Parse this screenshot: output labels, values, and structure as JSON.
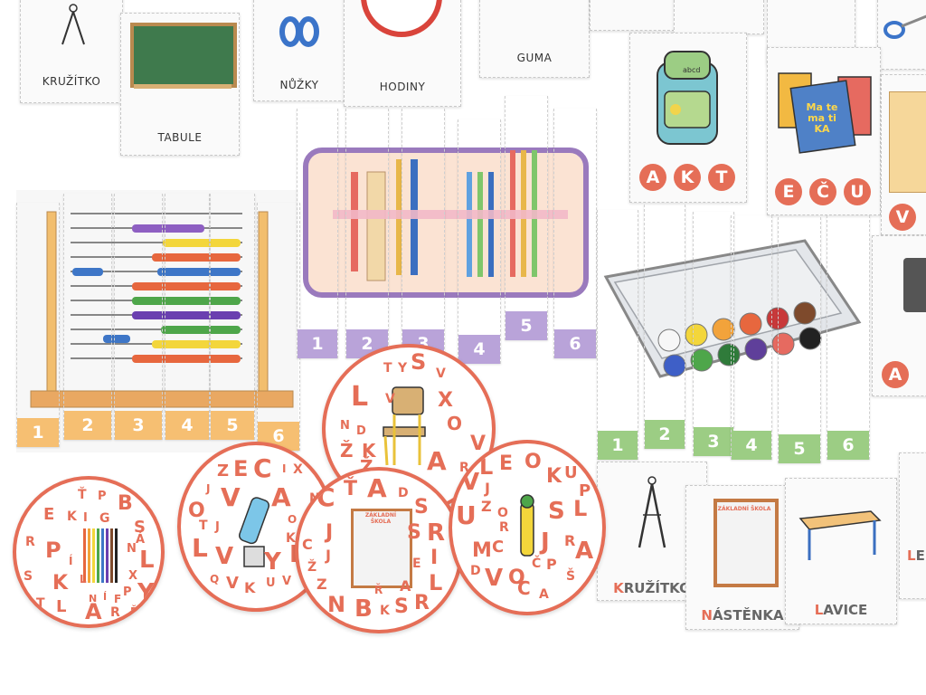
{
  "word_cards": {
    "kruzitko": "KRUŽÍTKO",
    "tabule": "TABULE",
    "nuzky": "NŮŽKY",
    "hodiny": "HODINY",
    "guma": "GUMA"
  },
  "puzzle_strips": {
    "abacus": [
      "1",
      "2",
      "3",
      "4",
      "5",
      "6"
    ],
    "pencil_case": [
      "1",
      "2",
      "3",
      "4",
      "5",
      "6"
    ],
    "paint_box": [
      "1",
      "2",
      "3",
      "4",
      "5",
      "6"
    ]
  },
  "syllable_cards": {
    "akt": [
      "A",
      "K",
      "T"
    ],
    "ecu": [
      "E",
      "Č",
      "U"
    ],
    "right_partial_1": "V",
    "right_partial_2": "A"
  },
  "first_letter_cards": [
    {
      "first": "K",
      "rest": "RUŽÍTKO"
    },
    {
      "first": "N",
      "rest": "ÁSTĚNKA"
    },
    {
      "first": "L",
      "rest": "AVICE"
    },
    {
      "first": "L",
      "rest": "E"
    }
  ],
  "board_texts": {
    "school_1": "ZÁKLADNÍ ŠKOLA",
    "school_2": "ZÁKLADNÍ ŠKOLA",
    "backpack": "abcd",
    "math_book": "Ma te ma ti KA"
  },
  "letter_circles": [
    {
      "letters": [
        "Ť",
        "P",
        "B",
        "E",
        "K",
        "I",
        "G",
        "S",
        "Á",
        "R",
        "P",
        "N",
        "L",
        "Í",
        "S",
        "K",
        "L",
        "X",
        "Y",
        "P",
        "N",
        "Í",
        "F",
        "T",
        "L",
        "A",
        "R",
        "Ě"
      ]
    },
    {
      "letters": [
        "Z",
        "E",
        "C",
        "I",
        "X",
        "J",
        "O",
        "V",
        "A",
        "N",
        "T",
        "J",
        "L",
        "O",
        "T",
        "V",
        "K",
        "Y",
        "P",
        "R",
        "Q",
        "V",
        "K",
        "U",
        "V"
      ]
    },
    {
      "letters": [
        "T",
        "Y",
        "S",
        "V",
        "L",
        "V",
        "X",
        "N",
        "D",
        "O",
        "Ž",
        "K",
        "Ž",
        "V",
        "D",
        "A",
        "R"
      ]
    },
    {
      "letters": [
        "C",
        "Ť",
        "A",
        "D",
        "S",
        "J",
        "R",
        "C",
        "S",
        "I",
        "J",
        "Ž",
        "E",
        "L",
        "Z",
        "A",
        "N",
        "B",
        "K",
        "S",
        "R",
        "Ř"
      ]
    },
    {
      "letters": [
        "L",
        "E",
        "O",
        "V",
        "K",
        "U",
        "P",
        "J",
        "U",
        "Z",
        "O",
        "S",
        "L",
        "R",
        "M",
        "C",
        "J",
        "R",
        "A",
        "D",
        "V",
        "O",
        "Č",
        "P",
        "Š",
        "C",
        "A"
      ]
    }
  ],
  "colors": {
    "coral": "#e56e57",
    "orange": "#f6bf72",
    "purple": "#b9a3d9",
    "green": "#9ccd84"
  }
}
